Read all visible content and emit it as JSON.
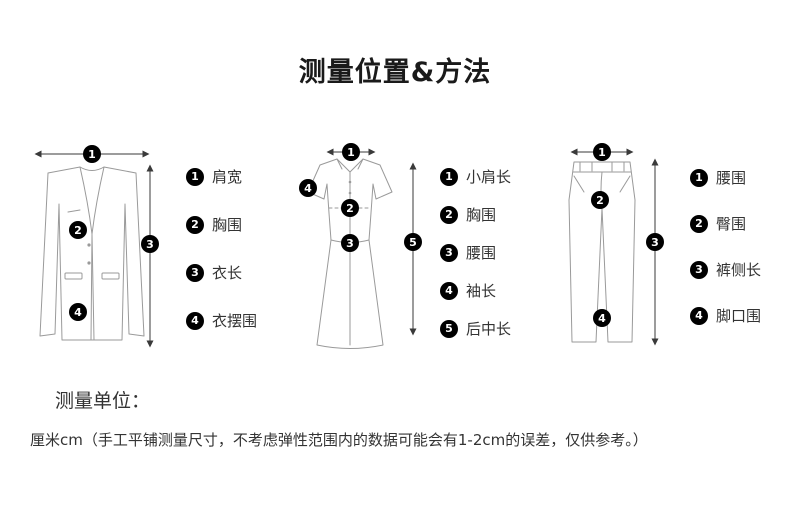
{
  "title": "测量位置&方法",
  "jacket": {
    "illustration": "suit-jacket-line-drawing",
    "legend": [
      {
        "num": "1",
        "label": "肩宽"
      },
      {
        "num": "2",
        "label": "胸围"
      },
      {
        "num": "3",
        "label": "衣长"
      },
      {
        "num": "4",
        "label": "衣摆围"
      }
    ]
  },
  "dress": {
    "illustration": "short-sleeve-dress-line-drawing",
    "legend": [
      {
        "num": "1",
        "label": "小肩长"
      },
      {
        "num": "2",
        "label": "胸围"
      },
      {
        "num": "3",
        "label": "腰围"
      },
      {
        "num": "4",
        "label": "袖长"
      },
      {
        "num": "5",
        "label": "后中长"
      }
    ]
  },
  "pants": {
    "illustration": "trousers-line-drawing",
    "legend": [
      {
        "num": "1",
        "label": "腰围"
      },
      {
        "num": "2",
        "label": "臀围"
      },
      {
        "num": "3",
        "label": "裤侧长"
      },
      {
        "num": "4",
        "label": "脚口围"
      }
    ]
  },
  "footer": {
    "unit_label": "测量单位：",
    "unit_note": "厘米cm（手工平铺测量尺寸，不考虑弹性范围内的数据可能会有1-2cm的误差，仅供参考。）"
  },
  "colors": {
    "marker_bg": "#000000",
    "marker_text": "#ffffff",
    "outline": "#9a9a9a",
    "arrow": "#3a3a3a",
    "text": "#333333"
  }
}
